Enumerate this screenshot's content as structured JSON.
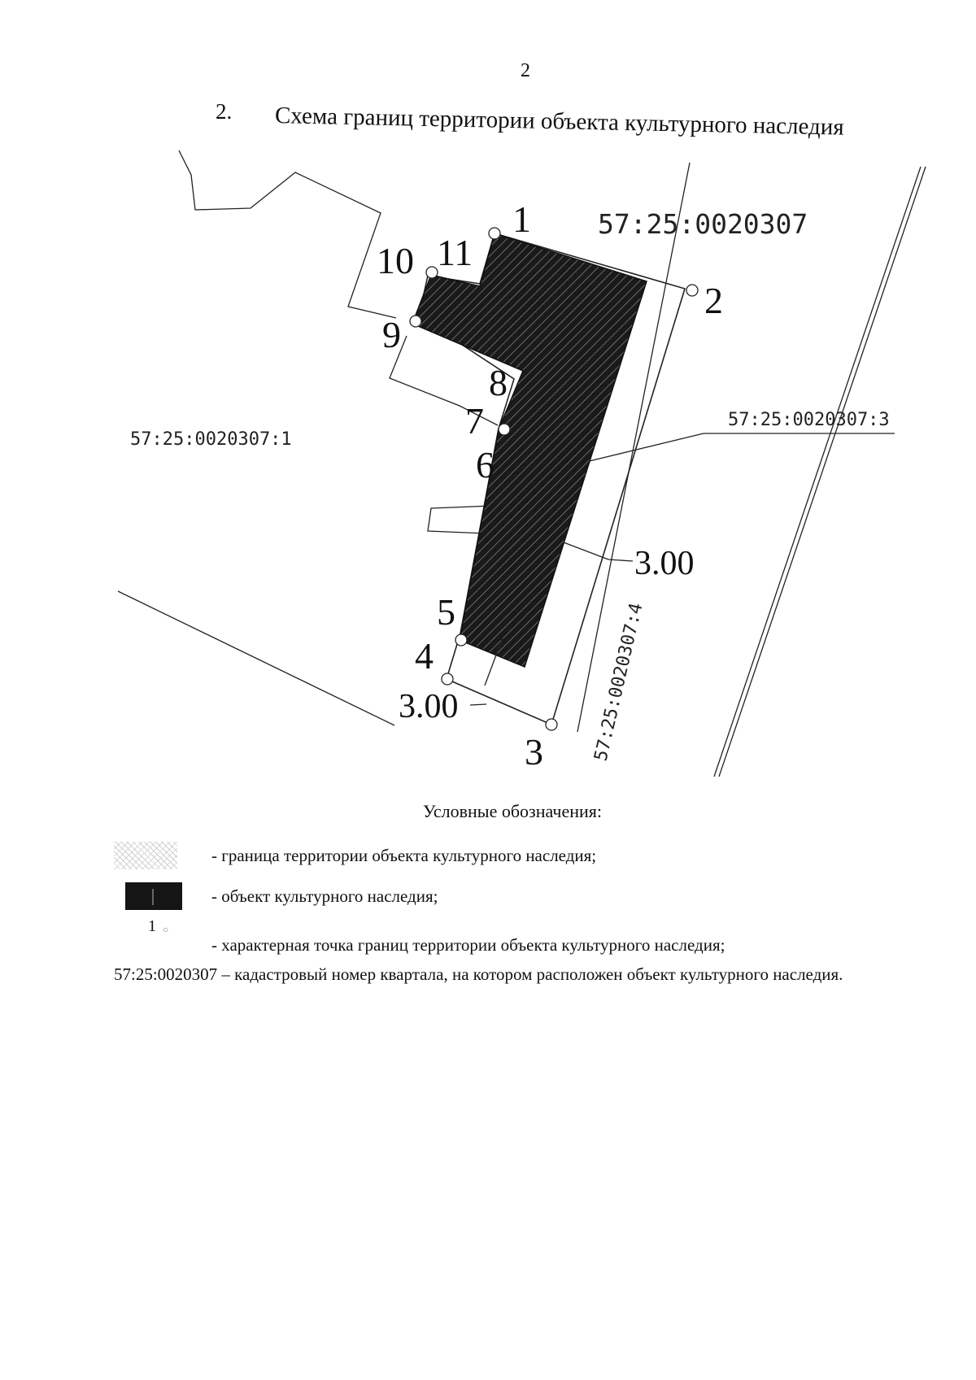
{
  "page_number": "2",
  "title": {
    "number": "2.",
    "text": "Схема границ территории объекта культурного наследия"
  },
  "map": {
    "parcels": {
      "quarter": "57:25:0020307",
      "p1": "57:25:0020307:1",
      "p3": "57:25:0020307:3",
      "p4": "57:25:0020307:4"
    },
    "points": [
      "1",
      "2",
      "3",
      "4",
      "5",
      "6",
      "7",
      "8",
      "9",
      "10",
      "11"
    ],
    "dimensions": {
      "right": "3.00",
      "bottom": "3.00"
    }
  },
  "legend": {
    "title": "Условные обозначения:",
    "border_label": "- граница территории объекта культурного наследия;",
    "object_label": "- объект культурного наследия;",
    "point_sample_num": "1",
    "point_label": "- характерная точка границ территории объекта культурного наследия;",
    "cadastral_note": "57:25:0020307 – кадастровый номер квартала, на котором расположен объект культурного наследия."
  },
  "colors": {
    "object_fill": "#151515",
    "line": "#222222"
  }
}
